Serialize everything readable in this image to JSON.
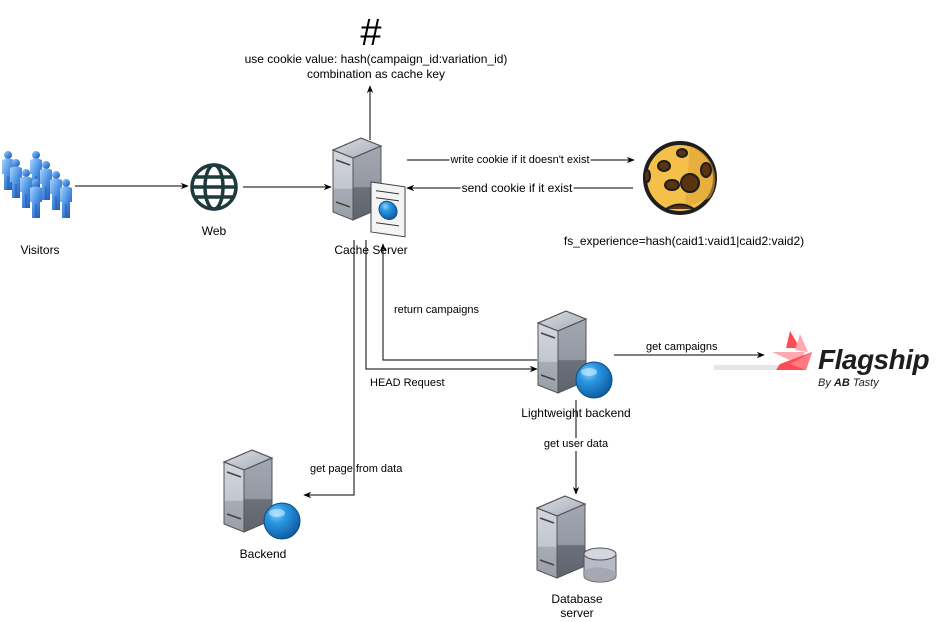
{
  "diagram": {
    "title_symbol": "#",
    "cache_key_note": {
      "line1": "use cookie value: hash(campaign_id:variation_id)",
      "line2": "combination as cache key"
    },
    "nodes": {
      "visitors": {
        "label": "Visitors",
        "icon": "users-group-icon"
      },
      "web": {
        "label": "Web",
        "icon": "globe-icon"
      },
      "cache_server": {
        "label": "Cache Server",
        "icon": "web-server-icon"
      },
      "cookie": {
        "label": "fs_experience=hash(caid1:vaid1|caid2:vaid2)",
        "icon": "cookie-icon"
      },
      "lightweight_backend": {
        "label": "Lightweight backend",
        "icon": "web-server-globe-icon"
      },
      "flagship": {
        "brand": "Flagship",
        "byline_prefix": "By",
        "byline_brand_a": "AB",
        "byline_brand_b": "Tasty",
        "icon": "flagship-logo-icon"
      },
      "backend": {
        "label": "Backend",
        "icon": "web-server-globe-icon"
      },
      "database_server": {
        "label_line1": "Database",
        "label_line2": "server",
        "icon": "database-server-icon"
      }
    },
    "edges": {
      "write_cookie": "write cookie if it doesn't exist",
      "send_cookie": "send cookie if  it exist",
      "return_campaigns": "return campaigns",
      "head_request": "HEAD Request",
      "get_campaigns": "get campaigns",
      "get_user_data": "get user data",
      "get_page_from_data": "get page from data"
    },
    "colors": {
      "line": "#000000",
      "globe": "#1f3a3d",
      "person_blue": "#4a90e2",
      "server_gray": "#b8bcc6",
      "sphere_blue": "#1e88d6",
      "cookie_fill": "#f5c04a",
      "cookie_spots": "#5a3410",
      "flagship_red": "#ff4b55"
    }
  }
}
